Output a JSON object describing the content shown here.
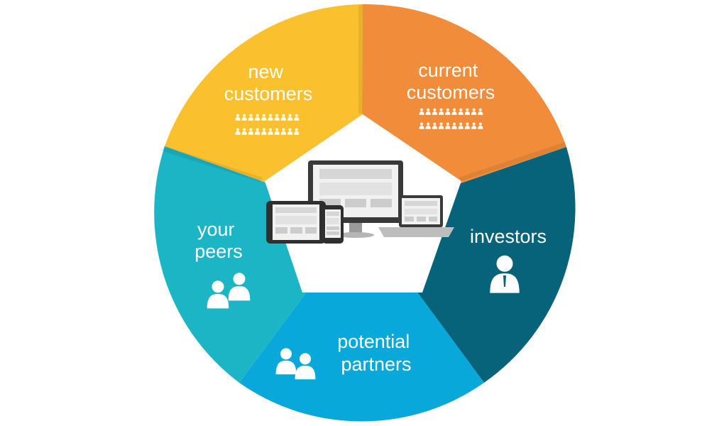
{
  "segments": [
    {
      "id": "new-customers",
      "lines": [
        "new",
        "customers"
      ],
      "color": "#FBC02D",
      "icon": "people-group-icon"
    },
    {
      "id": "current-customers",
      "lines": [
        "current",
        "customers"
      ],
      "color": "#F08C3A",
      "icon": "people-group-icon"
    },
    {
      "id": "investors",
      "lines": [
        "investors"
      ],
      "color": "#07637A",
      "icon": "person-icon"
    },
    {
      "id": "potential-partners",
      "lines": [
        "potential",
        "partners"
      ],
      "color": "#08A9DA",
      "icon": "two-people-icon"
    },
    {
      "id": "your-peers",
      "lines": [
        "your",
        "peers"
      ],
      "color": "#1CB5C6",
      "icon": "two-people-icon"
    }
  ],
  "center": {
    "icon": "responsive-devices-icon"
  }
}
